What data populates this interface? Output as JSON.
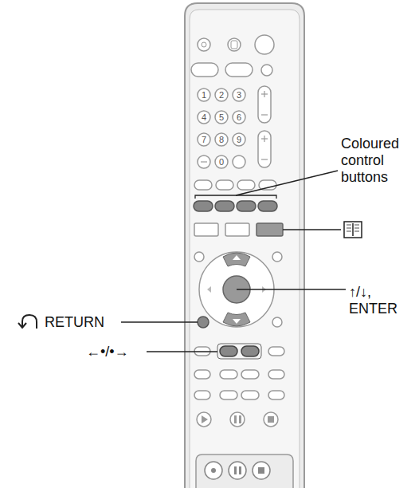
{
  "diagram": {
    "labels": [
      "Coloured control buttons",
      "RETURN",
      "↑/↓, ENTER",
      "←•/•→",
      "1",
      "2",
      "3",
      "4",
      "5",
      "6",
      "7",
      "8",
      "9",
      "0"
    ]
  }
}
